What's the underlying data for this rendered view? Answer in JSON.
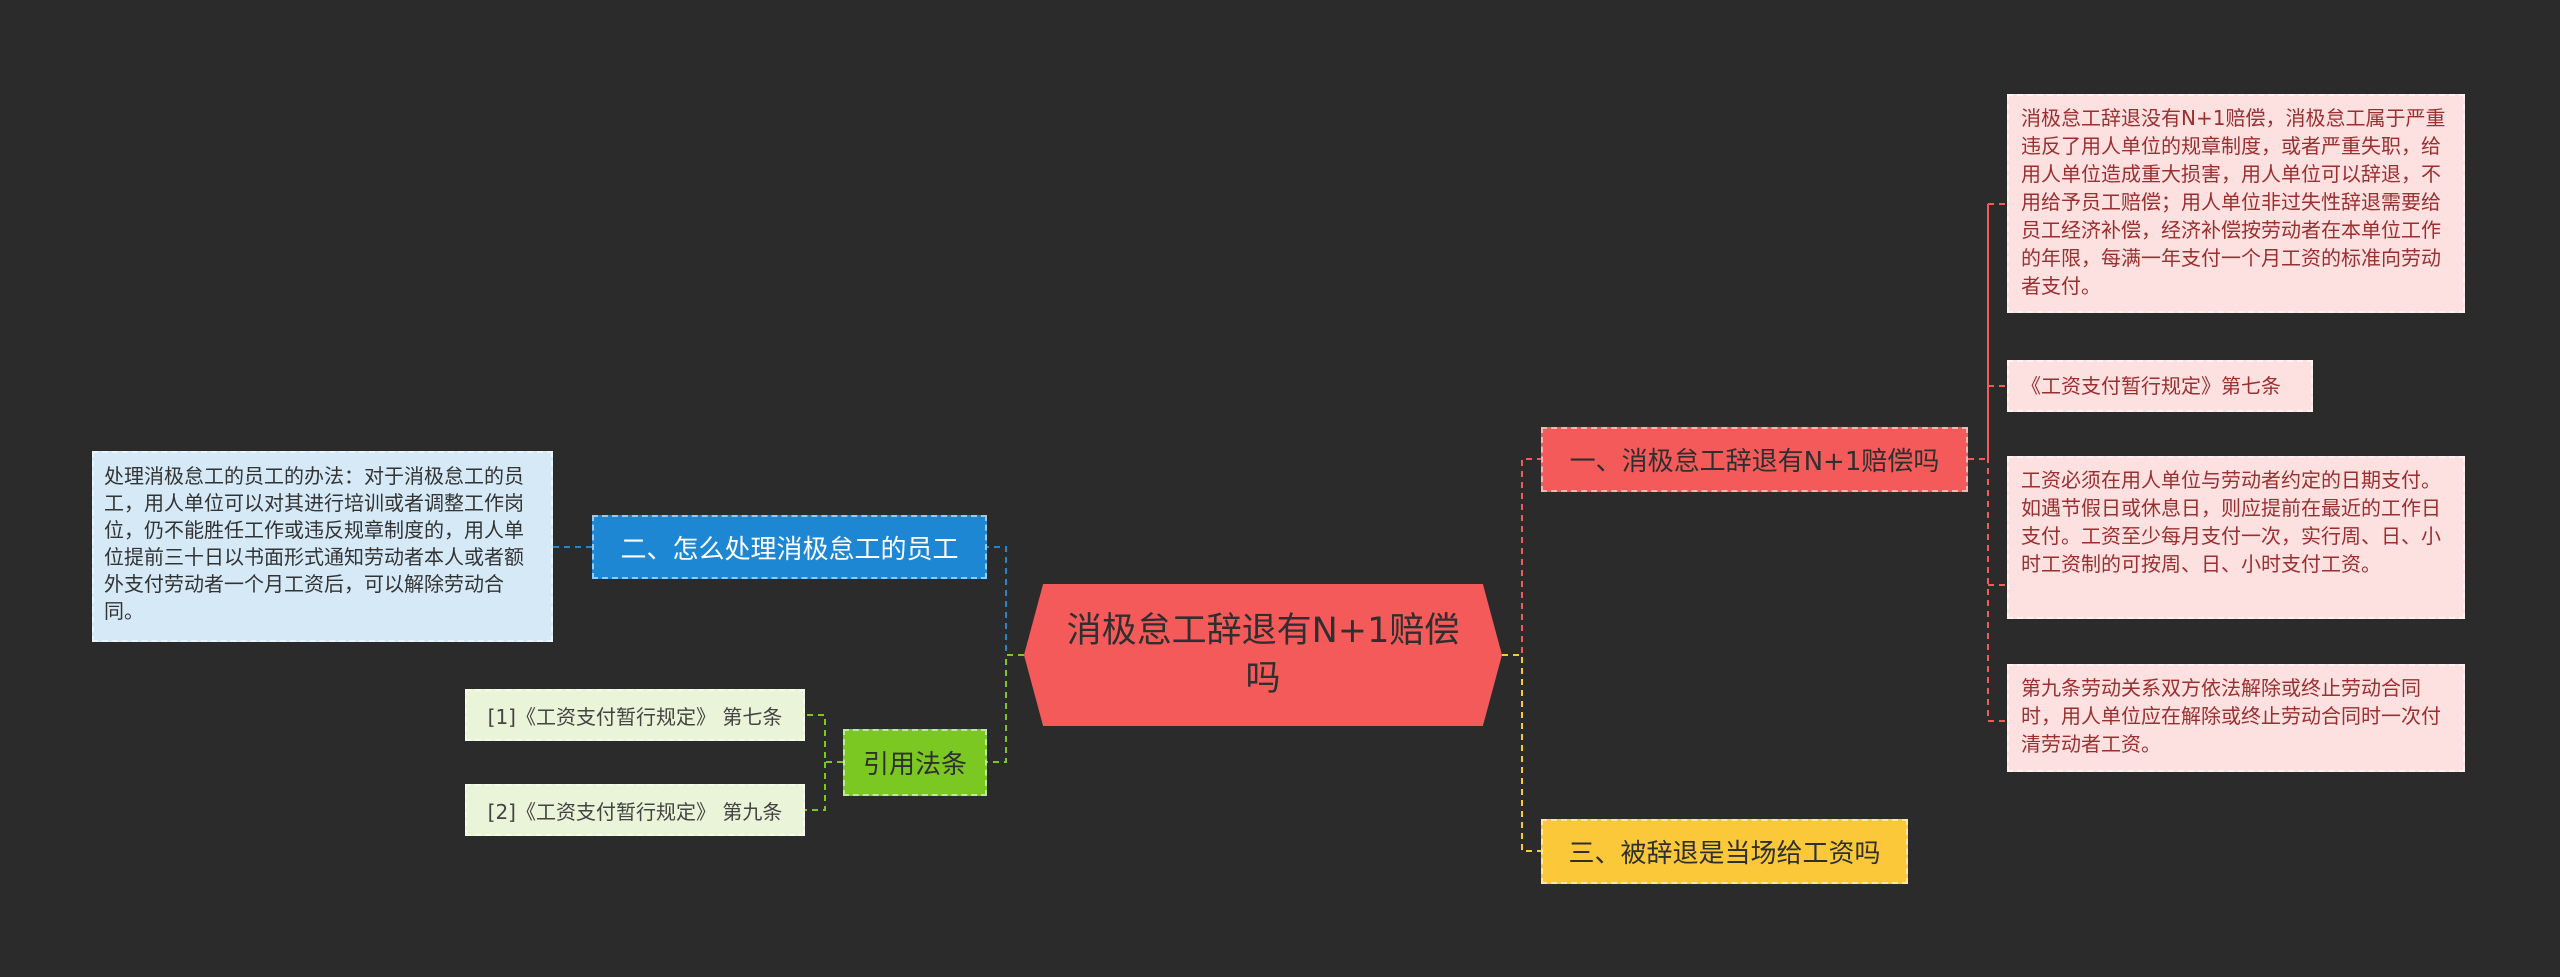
{
  "root": {
    "text": "消极怠工辞退有N+1赔偿吗"
  },
  "branches": {
    "b1": "一、消极怠工辞退有N+1赔偿吗",
    "b2": "二、怎么处理消极怠工的员工",
    "b3": "三、被辞退是当场给工资吗",
    "b4": "引用法条"
  },
  "leaves_b1": [
    "消极怠工辞退没有N+1赔偿，消极怠工属于严重违反了用人单位的规章制度，或者严重失职，给用人单位造成重大损害，用人单位可以辞退，不用给予员工赔偿；用人单位非过失性辞退需要给员工经济补偿，经济补偿按劳动者在本单位工作的年限，每满一年支付一个月工资的标准向劳动者支付。",
    "《工资支付暂行规定》第七条",
    "工资必须在用人单位与劳动者约定的日期支付。如遇节假日或休息日，则应提前在最近的工作日支付。工资至少每月支付一次，实行周、日、小时工资制的可按周、日、小时支付工资。",
    "第九条劳动关系双方依法解除或终止劳动合同时，用人单位应在解除或终止劳动合同时一次付清劳动者工资。"
  ],
  "leaf_b2": "处理消极怠工的员工的办法：对于消极怠工的员工，用人单位可以对其进行培训或者调整工作岗位，仍不能胜任工作或违反规章制度的，用人单位提前三十日以书面形式通知劳动者本人或者额外支付劳动者一个月工资后，可以解除劳动合同。",
  "leaves_b4": [
    "[1]《工资支付暂行规定》 第七条",
    "[2]《工资支付暂行规定》 第九条"
  ],
  "colors": {
    "background": "#2b2b2b",
    "red": "#f55a5a",
    "blue": "#1d87d4",
    "yellow": "#fbc83a",
    "green": "#7cc823",
    "pink_leaf": "#fde1e1",
    "blue_leaf": "#d6e9f7",
    "green_leaf": "#eaf4d8"
  }
}
